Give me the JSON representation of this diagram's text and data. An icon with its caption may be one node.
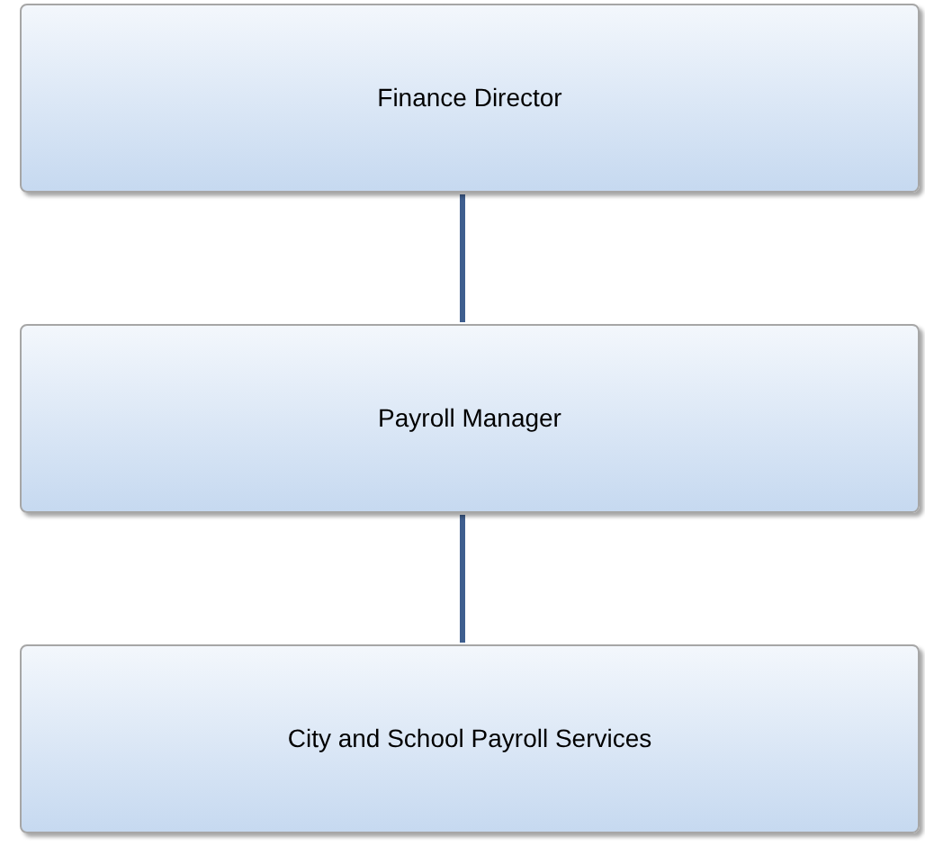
{
  "diagram": {
    "nodes": [
      {
        "text": [
          "Finance Director"
        ]
      },
      {
        "text": [
          "Payroll Manager"
        ]
      },
      {
        "text": [
          "City and School Payroll Services"
        ]
      }
    ],
    "edges": [
      {
        "from": 0,
        "to": 1,
        "arrow": "none"
      },
      {
        "from": 1,
        "to": 2,
        "arrow": "none"
      }
    ]
  }
}
